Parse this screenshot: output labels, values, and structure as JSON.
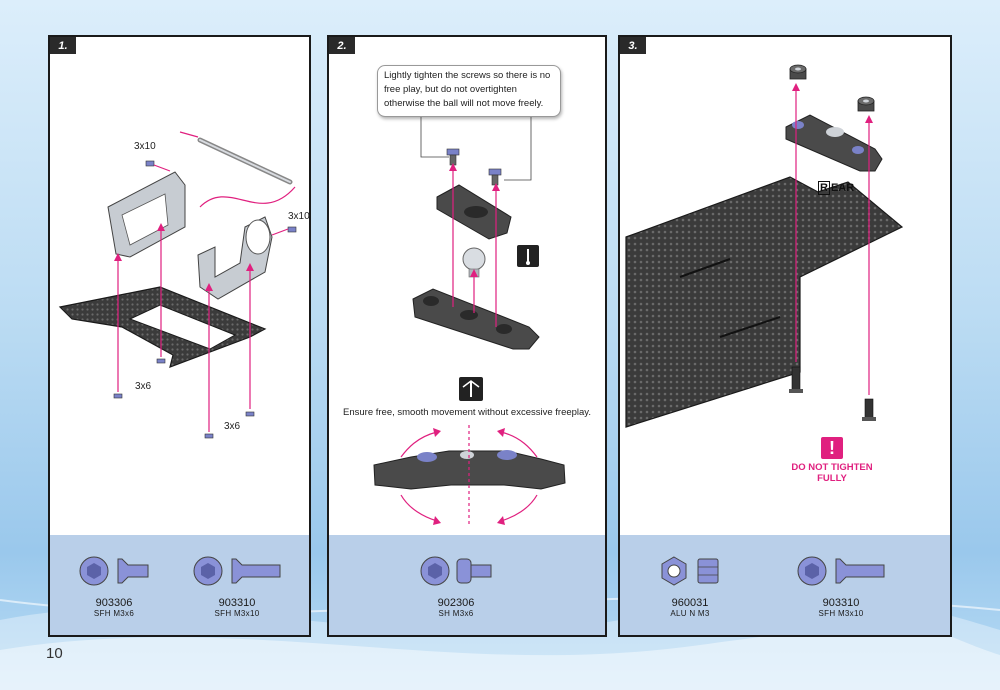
{
  "page_number": "10",
  "steps": [
    {
      "number": "1.",
      "labels": {
        "screw_top": "3x10",
        "screw_right": "3x10",
        "screw_left_bottom": "3x6",
        "screw_right_bottom": "3x6"
      },
      "parts": [
        {
          "code": "903306",
          "desc": "SFH M3x6"
        },
        {
          "code": "903310",
          "desc": "SFH M3x10"
        }
      ]
    },
    {
      "number": "2.",
      "callout": "Lightly tighten the screws so there is no free play, but do not overtighten otherwise the ball will not move freely.",
      "note": "Ensure free, smooth movement without excessive freeplay.",
      "parts": [
        {
          "code": "902306",
          "desc": "SH M3x6"
        }
      ]
    },
    {
      "number": "3.",
      "rear_label_first": "R",
      "rear_label_rest": "EAR",
      "warning_symbol": "!",
      "warning": "DO NOT TIGHTEN FULLY",
      "parts": [
        {
          "code": "960031",
          "desc": "ALU N M3"
        },
        {
          "code": "903310",
          "desc": "SFH M3x10"
        }
      ]
    }
  ],
  "colors": {
    "accent": "#e0207f",
    "carbon": "#3a3a3a",
    "parts_bar": "#b9cfe9",
    "screw_blue": "#7a82c8"
  }
}
